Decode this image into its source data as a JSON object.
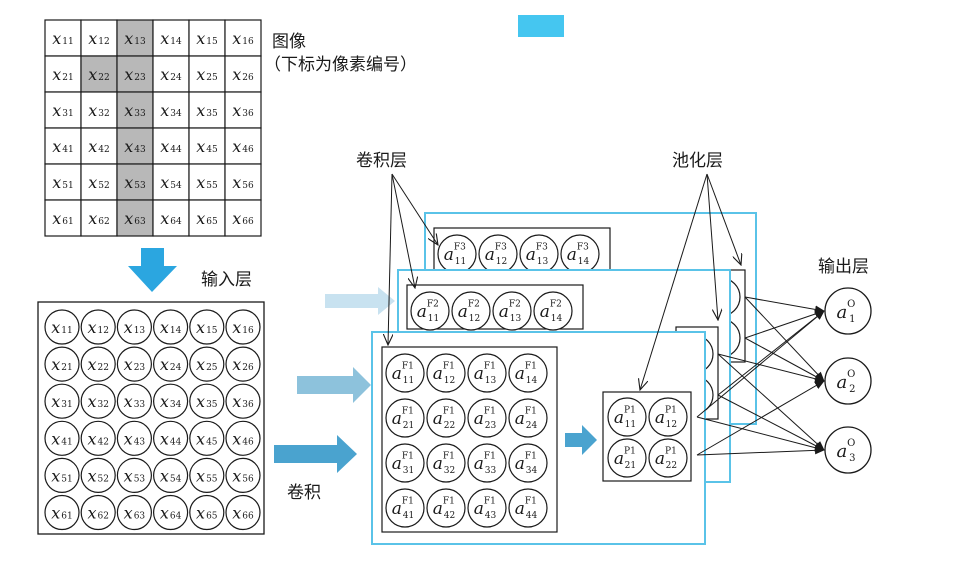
{
  "labels": {
    "image": "图像",
    "image_note": "（下标为像素编号）",
    "input_layer": "输入层",
    "conv_op": "卷积",
    "conv_layer": "卷积层",
    "pool_layer": "池化层",
    "output_layer": "输出层"
  },
  "image_grid": {
    "symbol": "x",
    "rows": 6,
    "cols": 6,
    "highlight": [
      [
        2,
        2
      ],
      [
        1,
        3
      ],
      [
        2,
        3
      ],
      [
        3,
        3
      ],
      [
        4,
        3
      ],
      [
        5,
        3
      ],
      [
        6,
        3
      ]
    ]
  },
  "input_layer": {
    "symbol": "x",
    "rows": 6,
    "cols": 6
  },
  "feature_maps": [
    {
      "symbol": "a",
      "sup": "F1",
      "rows": 4,
      "cols": 4
    },
    {
      "symbol": "a",
      "sup": "F2",
      "rows": 1,
      "cols": 4
    },
    {
      "symbol": "a",
      "sup": "F3",
      "rows": 1,
      "cols": 4
    }
  ],
  "pool_map": {
    "symbol": "a",
    "sup": "P1",
    "rows": 2,
    "cols": 2
  },
  "output_nodes": [
    {
      "symbol": "a",
      "sub": "1",
      "sup": "O"
    },
    {
      "symbol": "a",
      "sub": "2",
      "sup": "O"
    },
    {
      "symbol": "a",
      "sub": "3",
      "sup": "O"
    }
  ],
  "colors": {
    "line": "#1a1a1a",
    "highlight_cell": "#b8b8b8",
    "panel_border": "#5ac3e8",
    "legend_swatch": "#45c6f0",
    "arrow_input": "#2ba6e0",
    "arrow_conv_strong": "#4aa3cf",
    "arrow_conv_mid": "#8dc2dc",
    "arrow_conv_light": "#c8e2f0",
    "arrow_pool": "#4aa3cf"
  }
}
